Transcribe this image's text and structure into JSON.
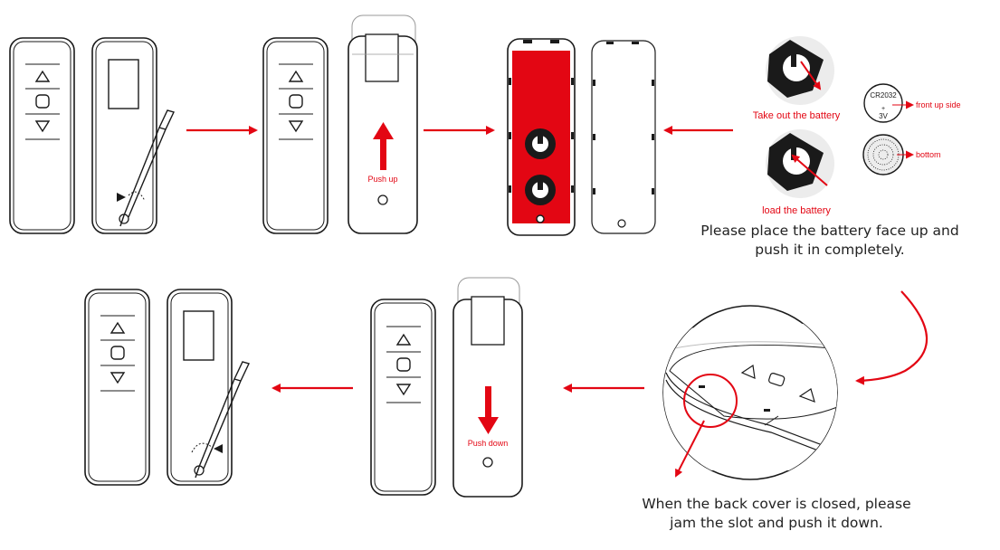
{
  "colors": {
    "accent": "#e30613",
    "stroke": "#1a1a1a",
    "muted": "#bdbdbd"
  },
  "labels": {
    "push_up": "Push up",
    "push_down": "Push down",
    "take_out": "Take out the battery",
    "load": "load the battery",
    "battery_model": "CR2032",
    "battery_plus": "+",
    "battery_voltage": "3V",
    "front_side": "front up side",
    "bottom_side": "bottom"
  },
  "instructions": {
    "place_line1": "Please place the battery face up and",
    "place_line2": "push it in completely.",
    "close_line1": "When the back cover is closed, please",
    "close_line2": "jam the slot and push it down."
  },
  "icons": [
    "up-arrow-button-icon",
    "stop-button-icon",
    "down-arrow-button-icon",
    "screwdriver-icon",
    "coin-battery-icon",
    "flow-arrow-icon"
  ]
}
